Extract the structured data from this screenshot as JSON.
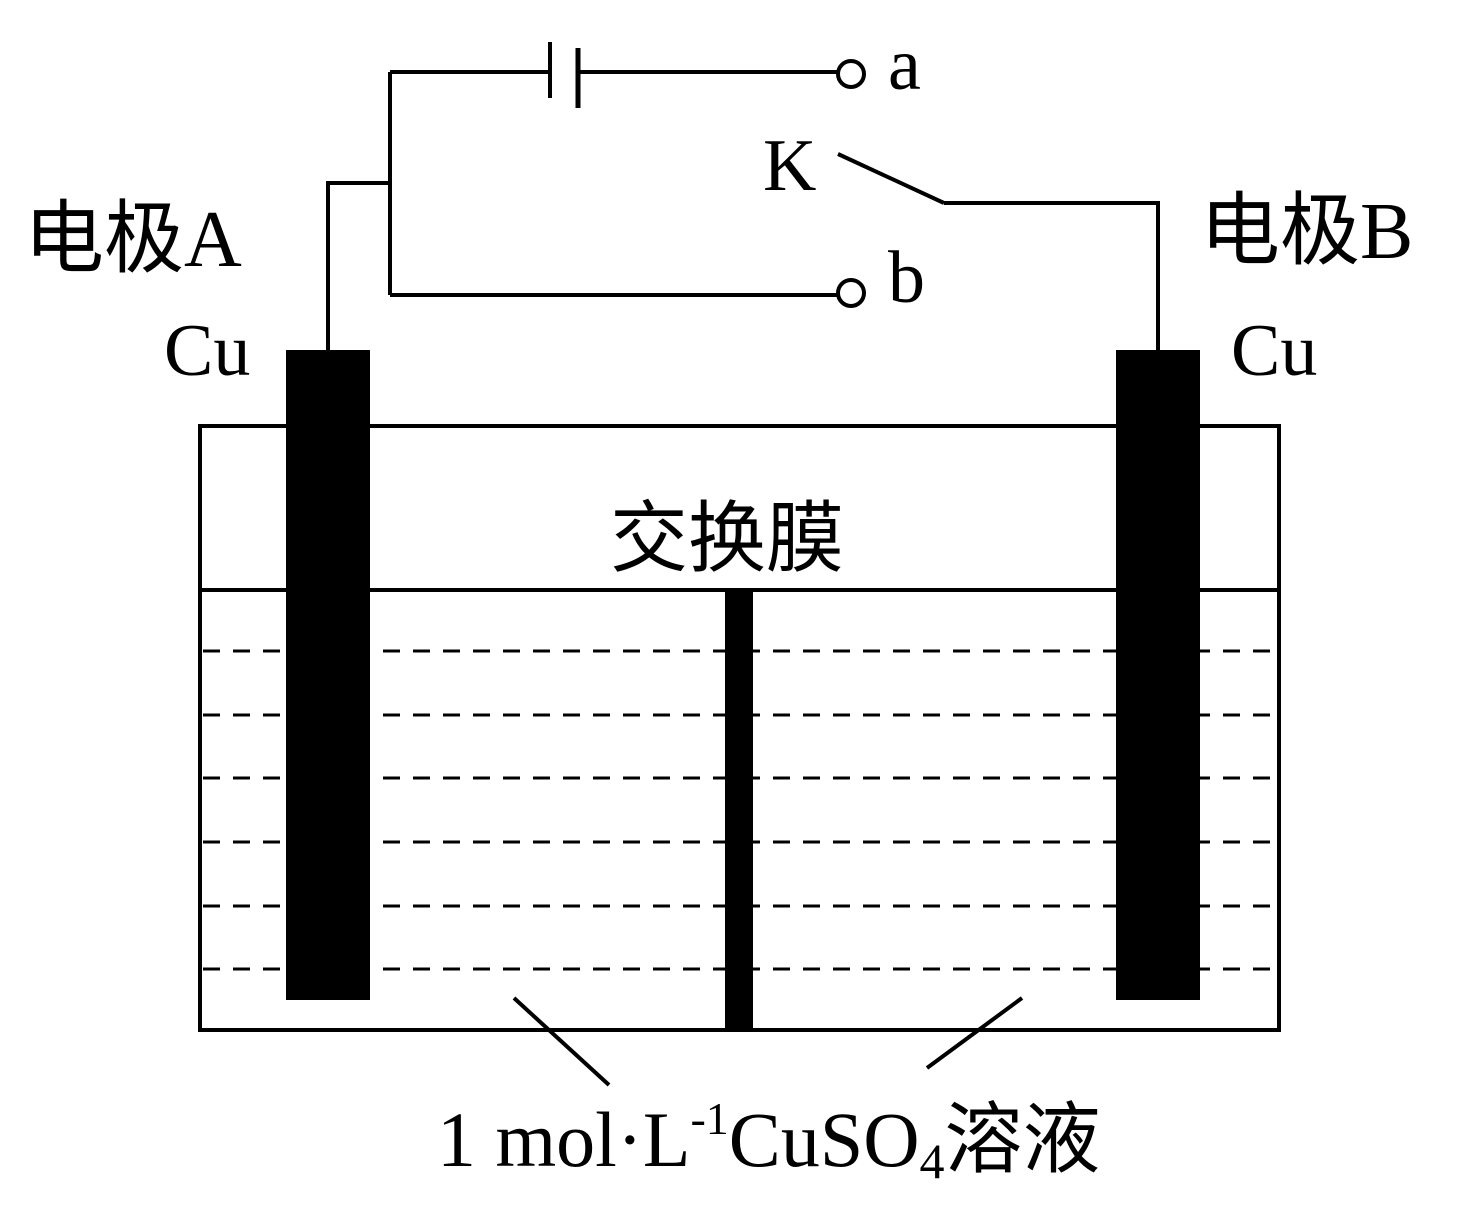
{
  "labels": {
    "electrode_a": "电极A",
    "electrode_b": "电极B",
    "material_a": "Cu",
    "material_b": "Cu",
    "terminal_a": "a",
    "terminal_b": "b",
    "switch": "K",
    "membrane": "交换膜",
    "solution": {
      "concentration": "1 mol·L",
      "exponent": "-1",
      "formula_main": "CuSO",
      "formula_sub": "4",
      "suffix": "溶液"
    }
  },
  "colors": {
    "line": "#000000",
    "electrode": "#000000",
    "background": "#ffffff"
  }
}
